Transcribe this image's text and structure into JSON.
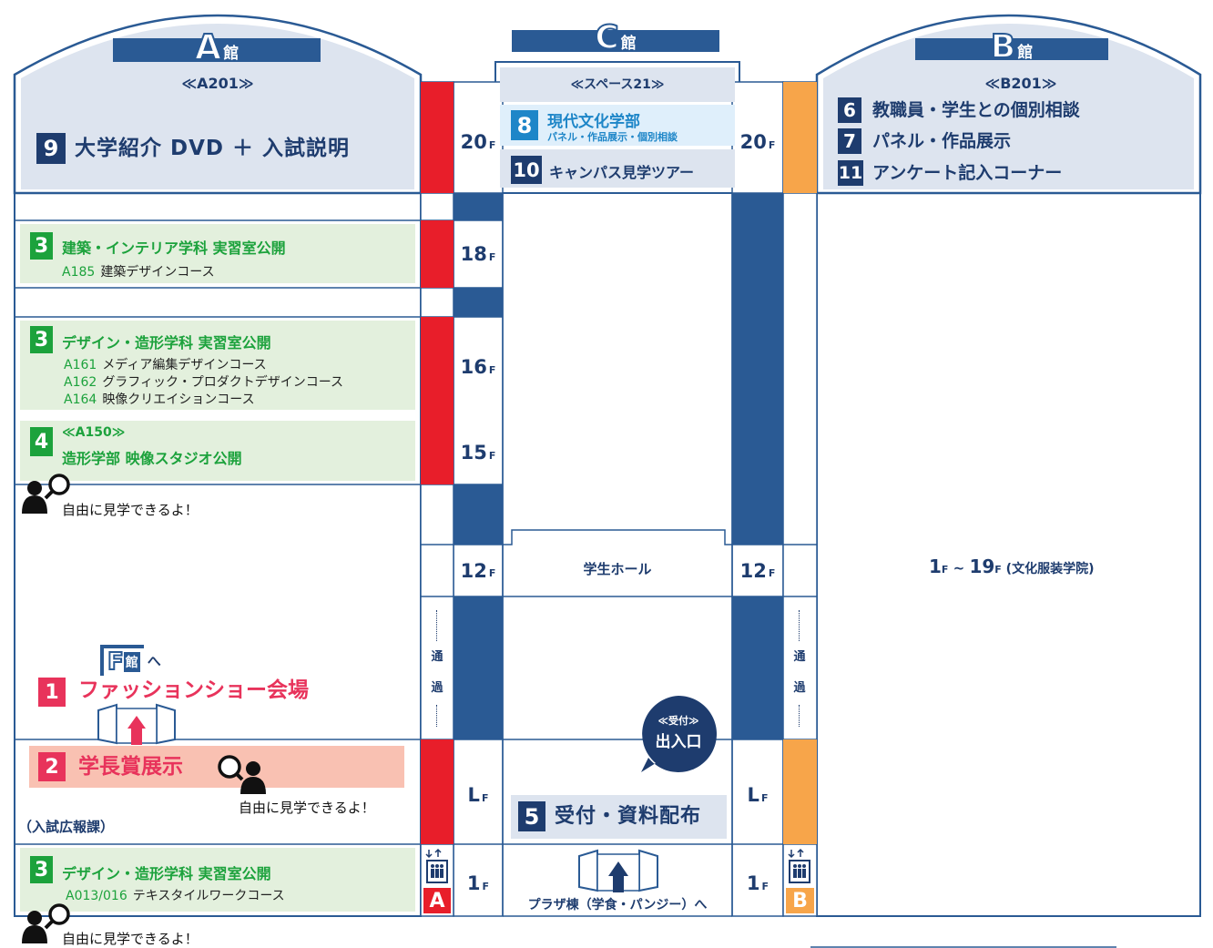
{
  "buildings": {
    "a": {
      "name": "館",
      "letter": "A",
      "room": "≪A201≫"
    },
    "b": {
      "name": "館",
      "letter": "B",
      "room": "≪B201≫"
    },
    "c": {
      "name": "館",
      "letter": "C",
      "room": "≪スペース21≫"
    },
    "f": {
      "name": "館",
      "letter": "F",
      "suffix": "へ"
    }
  },
  "floors": {
    "f20": "20",
    "f18": "18",
    "f16": "16",
    "f15": "15",
    "f12": "12",
    "fL": "L",
    "f1": "1",
    "unit": "F",
    "b_range_start": "1",
    "b_range_mid": " ~ ",
    "b_range_end": "19",
    "b_range_note": " (文化服装学院)"
  },
  "events": {
    "e9": {
      "num": "9",
      "title": "大学紹介 DVD ＋ 入試説明"
    },
    "e8": {
      "num": "8",
      "title": "現代文化学部",
      "sub": "パネル・作品展示・個別相談"
    },
    "e10": {
      "num": "10",
      "title": "キャンパス見学ツアー"
    },
    "e6": {
      "num": "6",
      "title": "教職員・学生との個別相談"
    },
    "e7": {
      "num": "7",
      "title": "パネル・作品展示"
    },
    "e11": {
      "num": "11",
      "title": "アンケート記入コーナー"
    },
    "e3a": {
      "num": "3",
      "title": "建築・インテリア学科 実習室公開",
      "rows": [
        {
          "code": "A185",
          "name": "建築デザインコース"
        }
      ]
    },
    "e3b": {
      "num": "3",
      "title": "デザイン・造形学科 実習室公開",
      "rows": [
        {
          "code": "A161",
          "name": "メディア編集デザインコース"
        },
        {
          "code": "A162",
          "name": "グラフィック・プロダクトデザインコース"
        },
        {
          "code": "A164",
          "name": "映像クリエイションコース"
        }
      ]
    },
    "e4": {
      "num": "4",
      "room": "≪A150≫",
      "title": "造形学部 映像スタジオ公開"
    },
    "e1": {
      "num": "1",
      "title": "ファッションショー会場"
    },
    "e2": {
      "num": "2",
      "title": "学長賞展示"
    },
    "e5": {
      "num": "5",
      "title": "受付・資料配布"
    },
    "e3c": {
      "num": "3",
      "title": "デザイン・造形学科 実習室公開",
      "rows": [
        {
          "code": "A013/016",
          "name": "テキスタイルワークコース"
        }
      ]
    }
  },
  "labels": {
    "free_view": "自由に見学できるよ！",
    "student_hall": "学生ホール",
    "entrance_sub": "≪受付≫",
    "entrance_main": "出入口",
    "admissions": "（入試広報課）",
    "plaza": "プラザ棟（学食・パンジー）へ",
    "pass_1": "通",
    "pass_2": "過",
    "elev_a": "A",
    "elev_b": "B"
  },
  "colors": {
    "navy": "#1e3c6e",
    "column_blue": "#2a5a94",
    "red": "#e81e2a",
    "orange": "#f7a54a",
    "green": "#1ca23c",
    "pink": "#e8335b",
    "lightgreen": "#e3f0dd",
    "salmon": "#f9c1b2",
    "lightblue": "#dde8f5"
  }
}
